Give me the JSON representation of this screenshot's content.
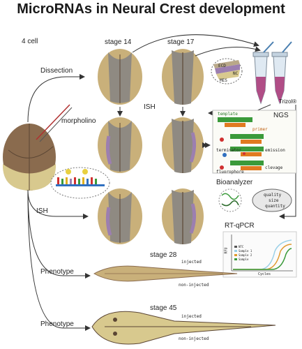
{
  "title": "MicroRNAs in Neural Crest development",
  "stages": {
    "four_cell": "4 cell",
    "stage14": "stage 14",
    "stage17": "stage 17",
    "stage28": "stage 28",
    "stage45": "stage 45"
  },
  "steps": {
    "dissection": "Dissection",
    "morpholino": "morpholino",
    "ish_top": "ISH",
    "ish_left": "ISH",
    "phenotype1": "Phenotype",
    "phenotype2": "Phenotype"
  },
  "tissue": {
    "ecd": "ECD",
    "nc": "NC",
    "mes": "MES"
  },
  "trizol": "Trizol®",
  "ngs": {
    "label": "NGS",
    "template": "template",
    "primer": "primer",
    "terminator": "terminator",
    "emission": "emission",
    "fluorophore": "fluorophore",
    "cleavage": "clevage"
  },
  "bioanalyzer": {
    "label": "Bioanalyzer",
    "quality": "quality",
    "size": "size",
    "quantity": "quantity"
  },
  "qpcr": {
    "label": "RT-qPCR",
    "xlabel": "Cycles",
    "ylabel": "RFU",
    "legend": [
      "NTC",
      "Sample 1",
      "Sample 2",
      "Sample"
    ]
  },
  "embryo_labels": {
    "injected1": "injected",
    "noninjected1": "non-injected",
    "injected2": "injected",
    "noninjected2": "non-injected"
  },
  "colors": {
    "embryo_tan": "#c9b07a",
    "embryo_brown": "#8a6b4e",
    "neural_gray": "#8f8a82",
    "purple": "#9c7fb0",
    "tube_pink": "#b04d86",
    "green": "#3a9a3a",
    "orange": "#e07a20"
  }
}
